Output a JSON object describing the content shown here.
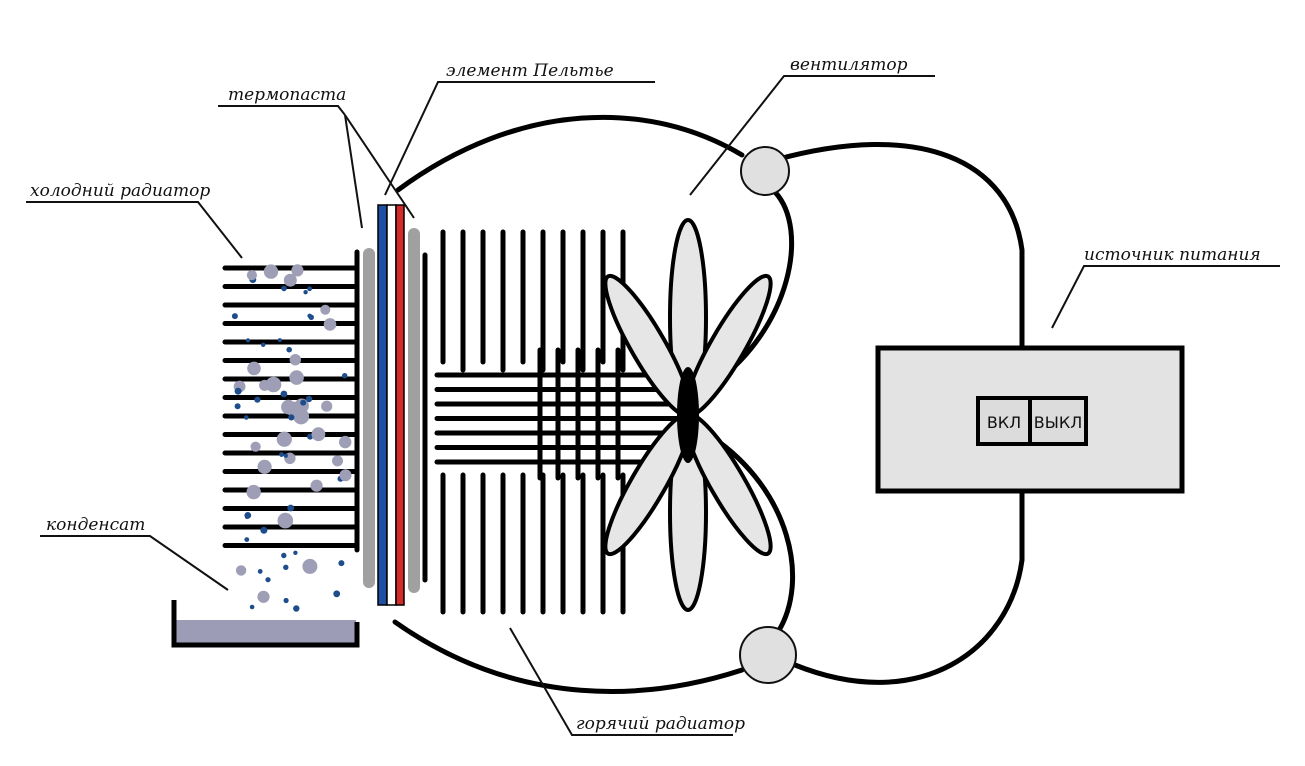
{
  "labels": {
    "thermopaste": "термопаста",
    "peltier": "элемент Пельтье",
    "fan": "вентилятор",
    "cold_radiator": "холодний радиатор",
    "power_supply": "источник питания",
    "condensate": "конденсат",
    "hot_radiator": "горячий радиатор"
  },
  "power_supply": {
    "on_label": "ВКЛ",
    "off_label": "ВЫКЛ"
  },
  "colors": {
    "plate_blue": "#1f4fa3",
    "plate_red": "#d32a2a",
    "paste_gray": "#a0a0a0",
    "fan_blade": "#e6e6e6",
    "psu_fill": "#e3e3e3",
    "condensate_fill": "#9c9cb6",
    "drop_blue": "#1e4d8c",
    "drop_gray": "#9e9eb6"
  }
}
